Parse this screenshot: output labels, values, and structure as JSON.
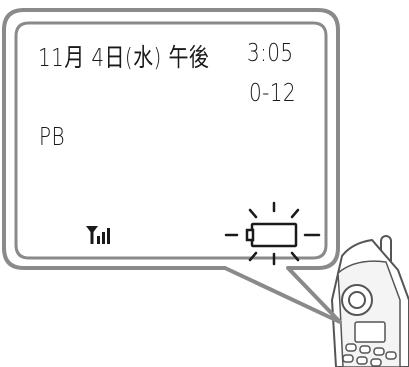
{
  "display": {
    "date": "11月 4日(水) 午後",
    "time": "3:05",
    "line2": "0-12",
    "mode": "PB"
  },
  "icons": {
    "signal": "antenna-signal-icon",
    "battery": "battery-blinking-icon"
  },
  "colors": {
    "outline": "#8a8a8a",
    "text": "#1a1a1a",
    "handset": "#555555"
  }
}
